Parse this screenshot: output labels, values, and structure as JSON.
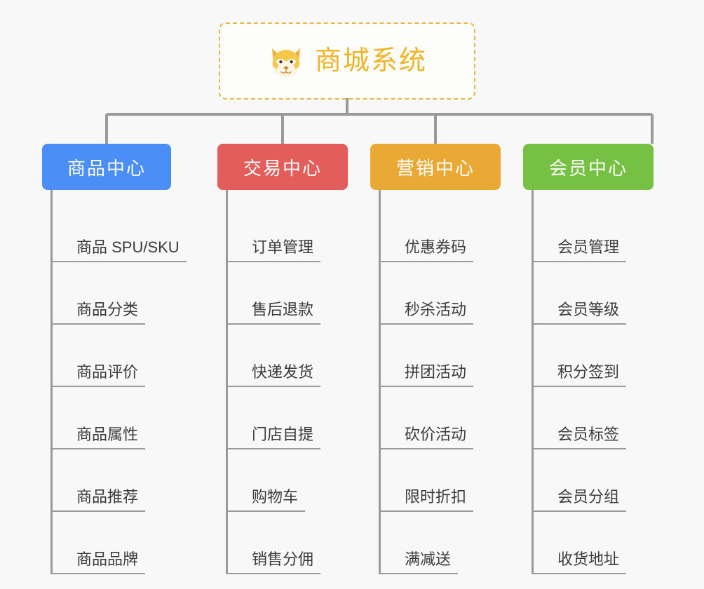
{
  "page": {
    "background_color": "#f8f8f8",
    "line_color": "#9a9a9a"
  },
  "root": {
    "title": "商城系统",
    "icon": "shiba-dog-face-icon",
    "accent_color": "#f0b429",
    "border_color": "#e8b84b",
    "card_background": "#fdfdfc"
  },
  "branches": [
    {
      "label": "商品中心",
      "color": "#4c8ef7",
      "leaves": [
        {
          "label": "商品 SPU/SKU"
        },
        {
          "label": "商品分类"
        },
        {
          "label": "商品评价"
        },
        {
          "label": "商品属性"
        },
        {
          "label": "商品推荐"
        },
        {
          "label": "商品品牌"
        }
      ]
    },
    {
      "label": "交易中心",
      "color": "#e35d5b",
      "leaves": [
        {
          "label": "订单管理"
        },
        {
          "label": "售后退款"
        },
        {
          "label": "快递发货"
        },
        {
          "label": "门店自提"
        },
        {
          "label": "购物车"
        },
        {
          "label": "销售分佣"
        }
      ]
    },
    {
      "label": "营销中心",
      "color": "#eaa935",
      "leaves": [
        {
          "label": "优惠券码"
        },
        {
          "label": "秒杀活动"
        },
        {
          "label": "拼团活动"
        },
        {
          "label": "砍价活动"
        },
        {
          "label": "限时折扣"
        },
        {
          "label": "满减送"
        }
      ]
    },
    {
      "label": "会员中心",
      "color": "#76c043",
      "leaves": [
        {
          "label": "会员管理"
        },
        {
          "label": "会员等级"
        },
        {
          "label": "积分签到"
        },
        {
          "label": "会员标签"
        },
        {
          "label": "会员分组"
        },
        {
          "label": "收货地址"
        }
      ]
    }
  ]
}
